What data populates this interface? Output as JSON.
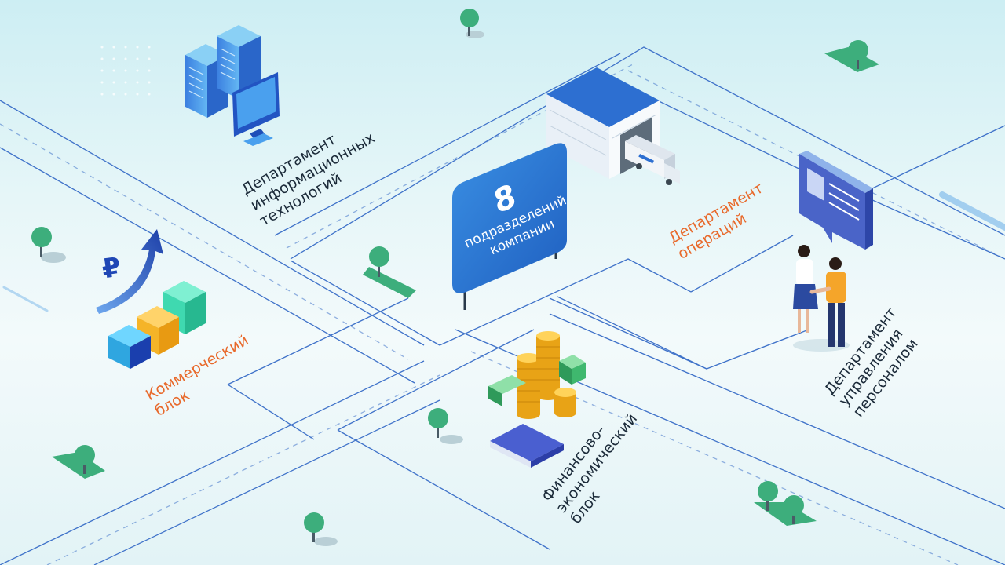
{
  "center_sign": {
    "number": "8",
    "line1": "подразделений",
    "line2": "компании"
  },
  "departments": [
    {
      "id": "it",
      "lines": [
        "Департамент",
        "информационных",
        "технологий"
      ],
      "color": "#1c2b3a"
    },
    {
      "id": "operations",
      "lines": [
        "Департамент",
        "операций"
      ],
      "color": "#e8692b"
    },
    {
      "id": "hr",
      "lines": [
        "Департамент",
        "управления",
        "персоналом"
      ],
      "color": "#1c2b3a"
    },
    {
      "id": "commercial",
      "lines": [
        "Коммерческий",
        "блок"
      ],
      "color": "#e8692b"
    },
    {
      "id": "finance",
      "lines": [
        "Финансово-",
        "экономический",
        "блок"
      ],
      "color": "#1c2b3a"
    }
  ],
  "icons": {
    "currency_symbol": "₽"
  },
  "colors": {
    "road_line": "#3f72c9",
    "accent_orange": "#e8692b",
    "sign_blue": "#2f7fd6",
    "tree_green": "#3dae7c"
  }
}
